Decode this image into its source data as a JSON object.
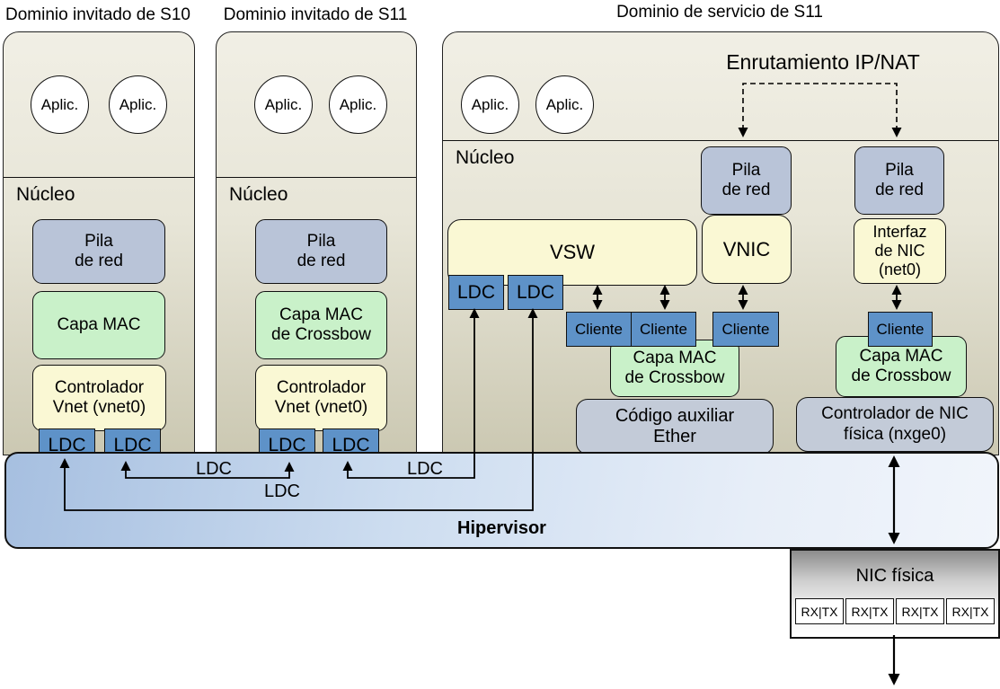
{
  "titles": {
    "guest_s10": "Dominio invitado de S10",
    "guest_s11": "Dominio invitado de S11",
    "service_s11": "Dominio de servicio de S11"
  },
  "labels": {
    "aplic": "Aplic.",
    "kernel": "Núcleo",
    "ldc": "LDC",
    "cliente": "Cliente",
    "hypervisor": "Hipervisor",
    "routing": "Enrutamiento IP/NAT"
  },
  "guest_s10": {
    "net_stack": "Pila\nde red",
    "mac_layer": "Capa MAC",
    "vnet_driver": "Controlador\nVnet (vnet0)"
  },
  "guest_s11": {
    "net_stack": "Pila\nde red",
    "mac_layer": "Capa MAC\nde Crossbow",
    "vnet_driver": "Controlador\nVnet (vnet0)"
  },
  "service": {
    "net_stack_left": "Pila\nde red",
    "net_stack_right": "Pila\nde red",
    "vsw": "VSW",
    "vnic": "VNIC",
    "nic_interface": "Interfaz\nde NIC\n(net0)",
    "crossbow_mac_left": "Capa MAC\nde Crossbow",
    "crossbow_mac_right": "Capa MAC\nde Crossbow",
    "ether_helper": "Código auxiliar\nEther",
    "nic_driver": "Controlador de NIC\nfísica (nxge0)"
  },
  "physical_nic": {
    "title": "NIC física",
    "queues": [
      "RX|TX",
      "RX|TX",
      "RX|TX",
      "RX|TX"
    ]
  },
  "colors": {
    "ldc_blue": "#5e92c8",
    "component_yellow": "#faf8d4",
    "mac_green": "#c9f1c9",
    "stack_steel": "#b9c4d8",
    "hypervisor_blue": "#a6bfe0",
    "domain_tan": "#d9d6c2"
  }
}
